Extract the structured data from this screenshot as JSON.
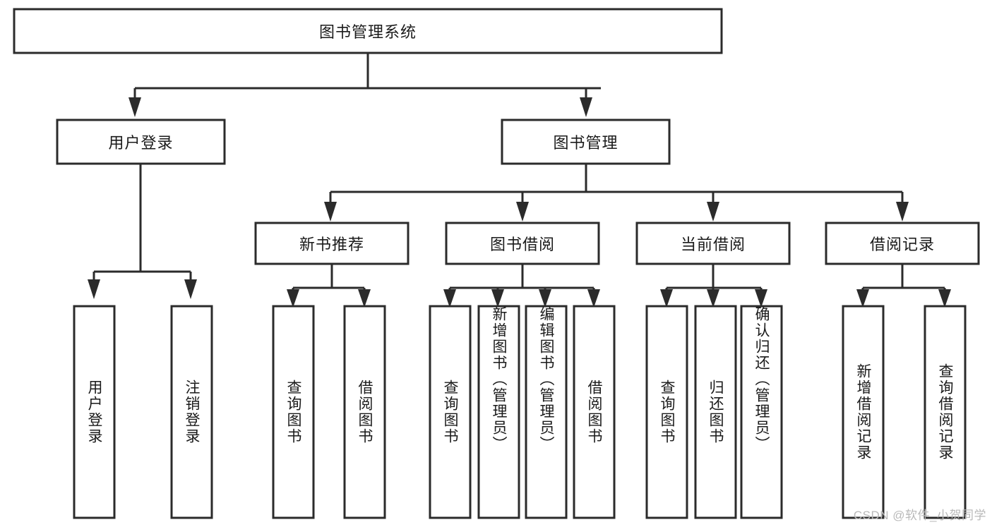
{
  "diagram": {
    "title": "图书管理系统",
    "type": "tree",
    "orientation": "top-down",
    "colors": {
      "box_stroke": "#2b2b2b",
      "box_fill": "#ffffff",
      "connector": "#2b2b2b",
      "text": "#1a1a1a",
      "watermark": "#b9b9b9",
      "background": "#ffffff"
    },
    "root": {
      "label": "图书管理系统",
      "name": "node-book-management-system"
    },
    "level2": [
      {
        "label": "用户登录",
        "name": "node-user-login"
      },
      {
        "label": "图书管理",
        "name": "node-book-management"
      }
    ],
    "level3": [
      {
        "label": "新书推荐",
        "name": "node-new-book-recommendation"
      },
      {
        "label": "图书借阅",
        "name": "node-book-borrow"
      },
      {
        "label": "当前借阅",
        "name": "node-current-borrow"
      },
      {
        "label": "借阅记录",
        "name": "node-borrow-record"
      }
    ],
    "leaves": {
      "user_login": [
        {
          "label": "用户登录",
          "name": "leaf-user-login"
        },
        {
          "label": "注销登录",
          "name": "leaf-logout"
        }
      ],
      "new_book_recommendation": [
        {
          "label": "查询图书",
          "name": "leaf-query-book-recommend"
        },
        {
          "label": "借阅图书",
          "name": "leaf-borrow-book-recommend"
        }
      ],
      "book_borrow": [
        {
          "label": "查询图书",
          "name": "leaf-query-book-borrow"
        },
        {
          "label": "新增图书（管理员）",
          "name": "leaf-add-book-admin"
        },
        {
          "label": "编辑图书（管理员）",
          "name": "leaf-edit-book-admin"
        },
        {
          "label": "借阅图书",
          "name": "leaf-borrow-book"
        }
      ],
      "current_borrow": [
        {
          "label": "查询图书",
          "name": "leaf-query-book-current"
        },
        {
          "label": "归还图书",
          "name": "leaf-return-book"
        },
        {
          "label": "确认归还（管理员）",
          "name": "leaf-confirm-return-admin"
        }
      ],
      "borrow_record": [
        {
          "label": "新增借阅记录",
          "name": "leaf-add-borrow-record"
        },
        {
          "label": "查询借阅记录",
          "name": "leaf-query-borrow-record"
        }
      ]
    }
  },
  "watermark": {
    "text": "CSDN @软件_小贺同学"
  }
}
